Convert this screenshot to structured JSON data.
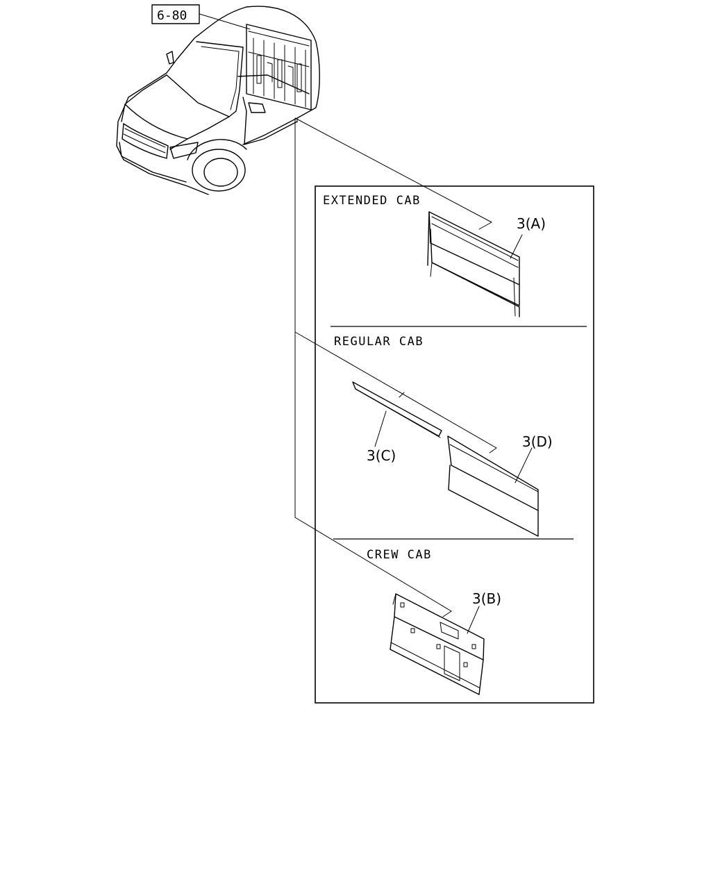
{
  "reference_box": {
    "label": "6-80"
  },
  "sections": [
    {
      "title": "EXTENDED CAB",
      "part_label": "3(A)"
    },
    {
      "title": "REGULAR CAB",
      "part_labels": [
        "3(C)",
        "3(D)"
      ]
    },
    {
      "title": "CREW CAB",
      "part_label": "3(B)"
    }
  ]
}
